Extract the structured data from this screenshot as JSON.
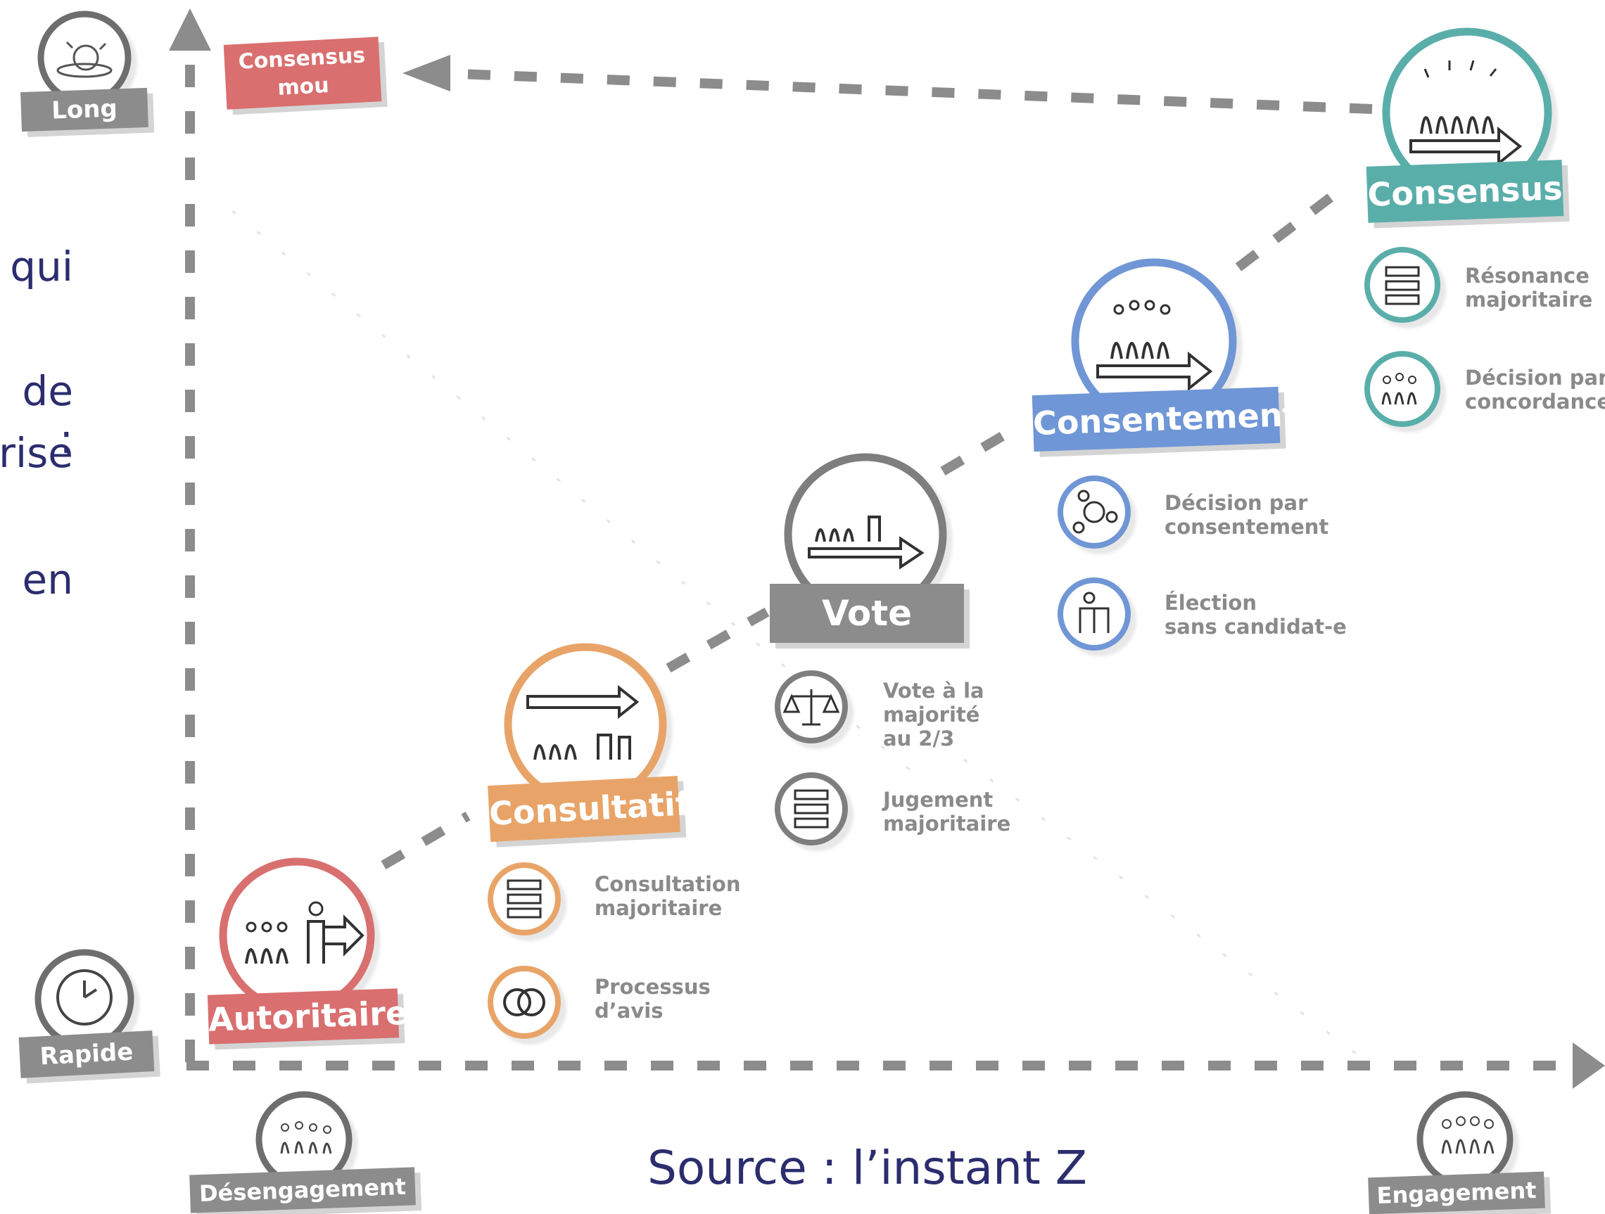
{
  "colors": {
    "grey": "#8c8c8c",
    "red": "#d96f6f",
    "orange": "#e8a468",
    "blue": "#6f96d6",
    "teal": "#5aaeaa",
    "text": "#2b2d6e"
  },
  "axes": {
    "y_top_label": "Long",
    "y_bottom_label": "Rapide",
    "x_left_label": "Désengagement",
    "x_right_label": "Engagement"
  },
  "corner_label": "Consensus mou",
  "categories": [
    {
      "key": "autoritaire",
      "label": "Autoritaire",
      "color": "red",
      "methods": []
    },
    {
      "key": "consultatif",
      "label": "Consultatif",
      "color": "orange",
      "methods": [
        "Consultation\nmajoritaire",
        "Processus\nd’avis"
      ]
    },
    {
      "key": "vote",
      "label": "Vote",
      "color": "grey",
      "methods": [
        "Vote à la\nmajorité\nau 2/3",
        "Jugement\nmajoritaire"
      ]
    },
    {
      "key": "consentement",
      "label": "Consentement",
      "color": "blue",
      "methods": [
        "Décision par\nconsentement",
        "Élection\nsans candidat-e"
      ]
    },
    {
      "key": "consensus",
      "label": "Consensus",
      "color": "teal",
      "methods": [
        "Résonance\nmajoritaire",
        "Décision par\nconcordance"
      ]
    }
  ],
  "left_text_fragments": [
    "qui",
    "de :",
    "rise",
    "en"
  ],
  "source": "Source : l’instant Z"
}
